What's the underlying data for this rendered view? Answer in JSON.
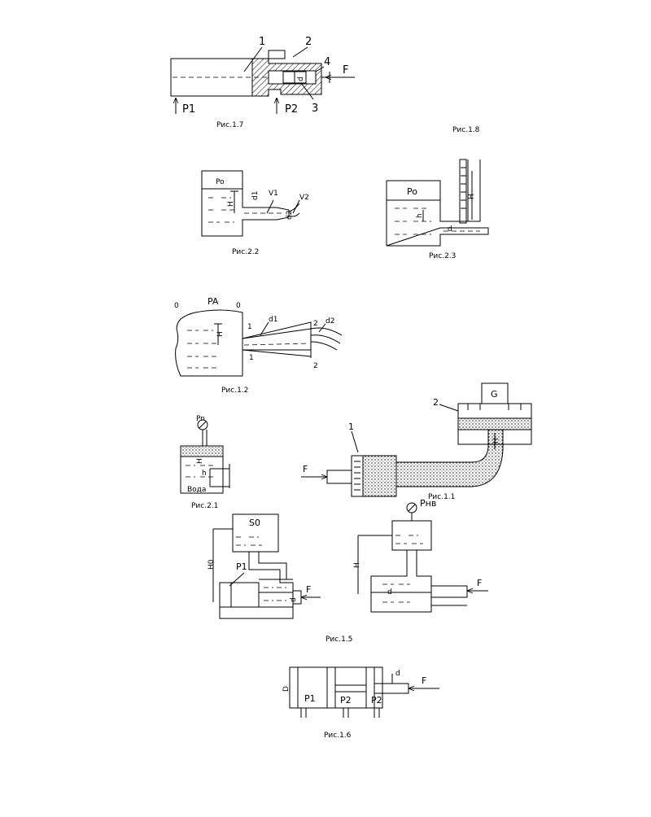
{
  "captions": {
    "fig_1_7": "Рис.1.7",
    "fig_1_8": "Рис.1.8",
    "fig_2_2": "Рис.2.2",
    "fig_2_3": "Рис.2.3",
    "fig_1_2": "Рис.1.2",
    "fig_2_1": "Рис.2.1",
    "fig_1_1": "Рис.1.1",
    "fig_1_5": "Рис.1.5",
    "fig_1_6": "Рис.1.6"
  },
  "fig17": {
    "n1": "1",
    "n2": "2",
    "n3": "3",
    "n4": "4",
    "F": "F",
    "P1": "P1",
    "P2": "P2",
    "d": "d"
  },
  "fig22": {
    "P0": "Po",
    "H": "H",
    "d1": "d1",
    "d2": "d2",
    "V1": "V1",
    "V2": "V2"
  },
  "fig23": {
    "P0": "Po",
    "H": "H",
    "h": "h",
    "d": "d"
  },
  "fig12": {
    "zero_left": "0",
    "zero_right": "0",
    "PA": "PA",
    "H": "H",
    "s1a": "1",
    "s1b": "1",
    "s2a": "2",
    "s2b": "2",
    "d1": "d1",
    "d2": "d2"
  },
  "fig21": {
    "Pn": "Pn",
    "H": "H",
    "h": "h",
    "water": "Вода"
  },
  "fig11": {
    "G": "G",
    "n2": "2",
    "n1": "1",
    "F": "F",
    "H": "H"
  },
  "fig15a": {
    "S0": "S0",
    "H0": "H0",
    "P1": "P1",
    "F": "F",
    "d": "d"
  },
  "fig15b": {
    "Pv": "Pнв",
    "H": "H",
    "F": "F",
    "d": "d"
  },
  "fig16": {
    "D": "D",
    "F": "F",
    "P1": "P1",
    "P2a": "P2",
    "P2b": "P2",
    "d": "d"
  }
}
